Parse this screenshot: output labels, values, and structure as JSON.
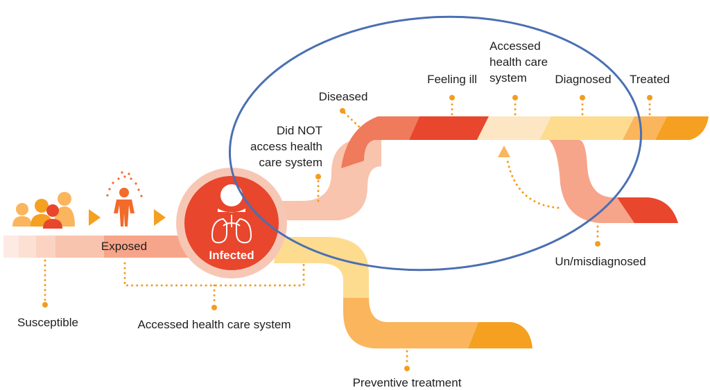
{
  "stages": {
    "susceptible": "Susceptible",
    "exposed": "Exposed",
    "infected": "Infected",
    "accessed_early": "Accessed health care system",
    "preventive": "Preventive treatment",
    "diseased": "Diseased",
    "not_access_1": "Did NOT",
    "not_access_2": "access health",
    "not_access_3": "care system",
    "feeling_ill": "Feeling ill",
    "accessed_1": "Accessed",
    "accessed_2": "health care",
    "accessed_3": "system",
    "diagnosed": "Diagnosed",
    "treated": "Treated",
    "misdiagnosed": "Un/misdiagnosed"
  },
  "colors": {
    "orange_dark": "#f26b2b",
    "red": "#e8462d",
    "salmon": "#f07a5c",
    "peach": "#f8c4ad",
    "cream": "#fde6c3",
    "yellow": "#fddc8f",
    "amber": "#fbb55c",
    "gold": "#f5a020",
    "circle_blue": "#4a6fb3"
  },
  "icons": [
    "people-group-icon",
    "exposed-person-icon",
    "arrow-right-icon",
    "person-icon",
    "lungs-icon",
    "arrow-up-icon"
  ]
}
